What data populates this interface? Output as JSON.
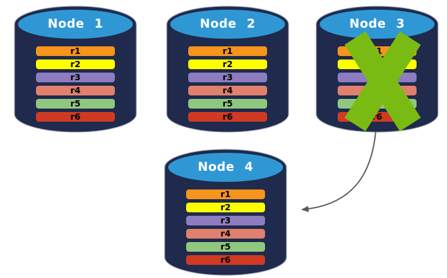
{
  "colors": {
    "background": "#FFFFFF",
    "cylinder_body": "#1F2A4D",
    "cylinder_top": "#2F98D4",
    "cylinder_outline": "#9BA3B0",
    "node_label_text": "#FFFFFF",
    "record_label_text": "#000000",
    "records": [
      "#F7941C",
      "#FFFF00",
      "#8D7CC0",
      "#E0806D",
      "#90C77E",
      "#D03A22"
    ],
    "failure_x": "#7ABB13",
    "arrow": "#595959"
  },
  "nodes": [
    {
      "label": "Node 1",
      "failed": false,
      "records": [
        "r1",
        "r2",
        "r3",
        "r4",
        "r5",
        "r6"
      ]
    },
    {
      "label": "Node 2",
      "failed": false,
      "records": [
        "r1",
        "r2",
        "r3",
        "r4",
        "r5",
        "r6"
      ]
    },
    {
      "label": "Node 3",
      "failed": true,
      "records": [
        "r1",
        "r2",
        "r3",
        "r4",
        "r5",
        "r6"
      ]
    },
    {
      "label": "Node 4",
      "failed": false,
      "records": [
        "r1",
        "r2",
        "r3",
        "r4",
        "r5",
        "r6"
      ]
    }
  ],
  "arrow": {
    "from": "Node 3",
    "to": "Node 4"
  }
}
